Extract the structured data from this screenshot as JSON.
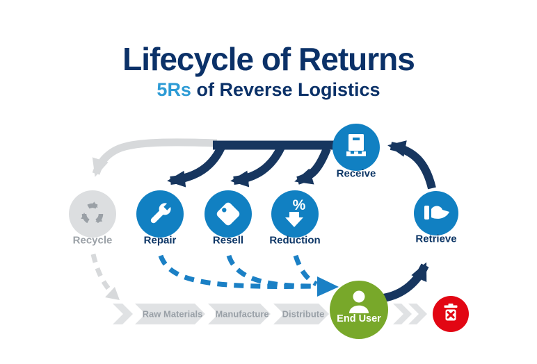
{
  "title": "Lifecycle of Returns",
  "subtitle": {
    "highlight": "5Rs",
    "rest": " of Reverse Logistics"
  },
  "nodes": {
    "recycle": {
      "label": "Recycle"
    },
    "repair": {
      "label": "Repair"
    },
    "resell": {
      "label": "Resell"
    },
    "reduction": {
      "label": "Reduction",
      "icon_glyph": "%"
    },
    "receive": {
      "label": "Receive"
    },
    "retrieve": {
      "label": "Retrieve"
    },
    "end_user": {
      "label": "End User"
    }
  },
  "supply_chain": {
    "stages": [
      "Raw Materials",
      "Manufacture",
      "Distribute"
    ]
  },
  "icons": {
    "recycle": "recycle-arrows-icon",
    "repair": "wrench-icon",
    "resell": "price-tag-icon",
    "reduction": "percent-down-arrow-icon",
    "receive": "package-on-pallet-icon",
    "retrieve": "hand-receive-icon",
    "end_user": "person-icon",
    "disposal": "trash-x-icon"
  },
  "colors": {
    "title_navy": "#0b3168",
    "subtitle_blue": "#2d9bd5",
    "arrow_navy": "#17365f",
    "circle_blue": "#1180c2",
    "dashed_blue": "#1b80c5",
    "gray_shape": "#dcdee0",
    "gray_arrow": "#d7d9db",
    "gray_text": "#99a0a7",
    "end_user_green": "#78a82a",
    "disposal_red": "#e20613"
  }
}
